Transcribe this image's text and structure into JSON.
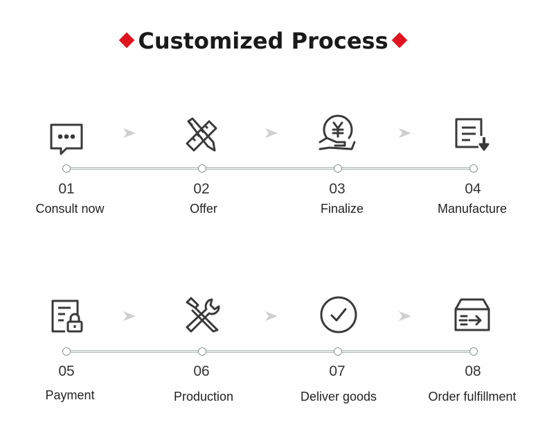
{
  "title": "Customized Process",
  "steps": [
    {
      "number": "01",
      "label": "Consult now",
      "icon": "chat-bubble-icon"
    },
    {
      "number": "02",
      "label": "Offer",
      "icon": "pencil-ruler-icon"
    },
    {
      "number": "03",
      "label": "Finalize",
      "icon": "yen-hand-icon"
    },
    {
      "number": "04",
      "label": "Manufacture",
      "icon": "document-download-icon"
    },
    {
      "number": "05",
      "label": "Payment",
      "icon": "lock-document-icon"
    },
    {
      "number": "06",
      "label": "Production",
      "icon": "tools-icon"
    },
    {
      "number": "07",
      "label": "Deliver goods",
      "icon": "checkmark-circle-icon"
    },
    {
      "number": "08",
      "label": "Order fulfillment",
      "icon": "delivery-box-icon"
    }
  ],
  "colors": {
    "accent": "#e0141e",
    "icon": "#3a3a3a",
    "arrow": "#cfcfcf"
  }
}
